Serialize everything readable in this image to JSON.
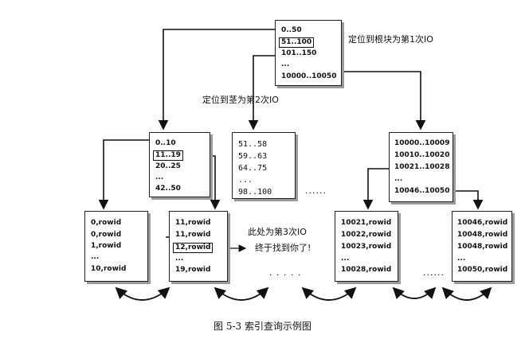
{
  "root": {
    "entries": [
      "0..50",
      "51..100",
      "101..150",
      "...",
      "10000..10050"
    ],
    "highlight_index": 1
  },
  "branch_left": {
    "entries": [
      "0..10",
      "11..19",
      "20..25",
      "...",
      "42..50"
    ],
    "highlight_index": 1
  },
  "branch_mid": {
    "entries": [
      "51..58",
      "59..63",
      "64..75",
      "...",
      "98..100"
    ]
  },
  "branch_right": {
    "entries": [
      "10000..10009",
      "10010..10020",
      "10021..10028",
      "...",
      "10046..10050"
    ]
  },
  "leaf1": {
    "entries": [
      "0,rowid",
      "0,rowid",
      "1,rowid",
      "...",
      "10,rowid"
    ]
  },
  "leaf2": {
    "entries": [
      "11,rowid",
      "11,rowid",
      "12,rowid",
      "...",
      "19,rowid"
    ],
    "highlight_index": 2
  },
  "leaf3": {
    "entries": [
      "10021,rowid",
      "10022,rowid",
      "10023,rowid",
      "...",
      "10028,rowid"
    ]
  },
  "leaf4": {
    "entries": [
      "10046,rowid",
      "10048,rowid",
      "10048,rowid",
      "...",
      "10050,rowid"
    ]
  },
  "annotations": {
    "io1": "定位到根块为第1次IO",
    "io2": "定位到茎为第2次IO",
    "io3": "此处为第3次IO",
    "found": "终于找到你了!"
  },
  "ellipsis": {
    "branch": "......",
    "leaf_mid": ". . . . .",
    "leaf_right": "......"
  },
  "caption": "图 5-3    索引查询示例图"
}
